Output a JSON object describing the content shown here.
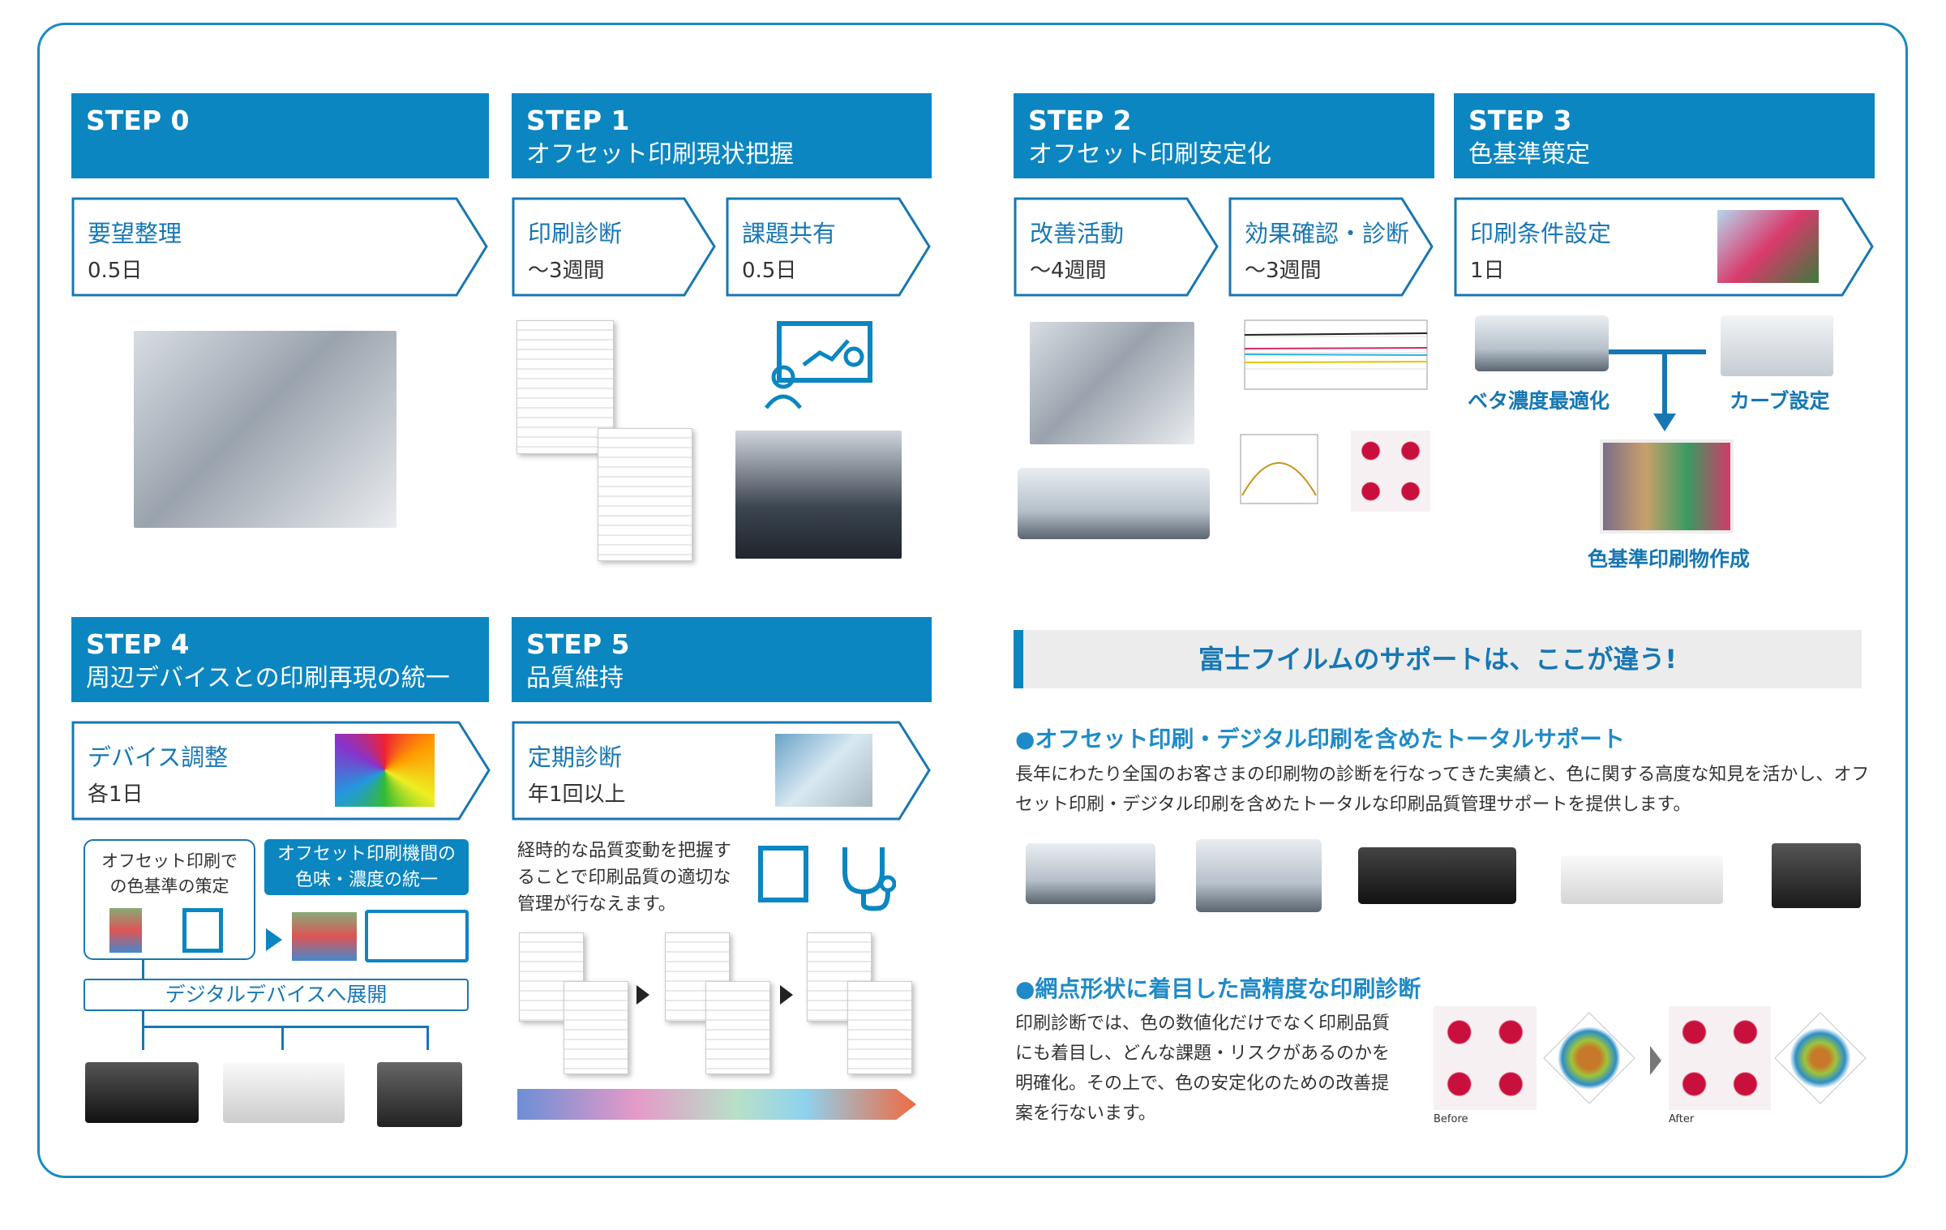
{
  "steps": [
    {
      "num": "STEP 0",
      "title": "",
      "boxes": [
        {
          "label": "要望整理",
          "duration": "0.5日"
        }
      ]
    },
    {
      "num": "STEP 1",
      "title": "オフセット印刷現状把握",
      "boxes": [
        {
          "label": "印刷診断",
          "duration": "〜3週間"
        },
        {
          "label": "課題共有",
          "duration": "0.5日"
        }
      ]
    },
    {
      "num": "STEP 2",
      "title": "オフセット印刷安定化",
      "boxes": [
        {
          "label": "改善活動",
          "duration": "〜4週間"
        },
        {
          "label": "効果確認・診断",
          "duration": "〜3週間"
        }
      ]
    },
    {
      "num": "STEP 3",
      "title": "色基準策定",
      "boxes": [
        {
          "label": "印刷条件設定",
          "duration": "1日"
        }
      ],
      "captions": [
        "ベタ濃度最適化",
        "カーブ設定",
        "色基準印刷物作成"
      ]
    },
    {
      "num": "STEP 4",
      "title": "周辺デバイスとの印刷再現の統一",
      "boxes": [
        {
          "label": "デバイス調整",
          "duration": "各1日"
        }
      ],
      "left_box": "オフセット印刷での色基準の策定",
      "blue_box": "オフセット印刷機間の色味・濃度の統一",
      "expand": "デジタルデバイスへ展開"
    },
    {
      "num": "STEP 5",
      "title": "品質維持",
      "boxes": [
        {
          "label": "定期診断",
          "duration": "年1回以上"
        }
      ],
      "text": "経時的な品質変動を把握することで印刷品質の適切な管理が行なえます。"
    }
  ],
  "support": {
    "banner": "富士フイルムのサポートは、ここが違う!",
    "sections": [
      {
        "heading": "●オフセット印刷・デジタル印刷を含めたトータルサポート",
        "body": "長年にわたり全国のお客さまの印刷物の診断を行なってきた実績と、色に関する高度な知見を活かし、オフセット印刷・デジタル印刷を含めたトータルな印刷品質管理サポートを提供します。"
      },
      {
        "heading": "●網点形状に着目した高精度な印刷診断",
        "body": "印刷診断では、色の数値化だけでなく印刷品質にも着目し、どんな課題・リスクがあるのかを明確化。その上で、色の安定化のための改善提案を行ないます。"
      }
    ],
    "before_label": "Before",
    "after_label": "After"
  },
  "colors": {
    "accent": "#0b86c1",
    "text_blue": "#1777b3"
  }
}
